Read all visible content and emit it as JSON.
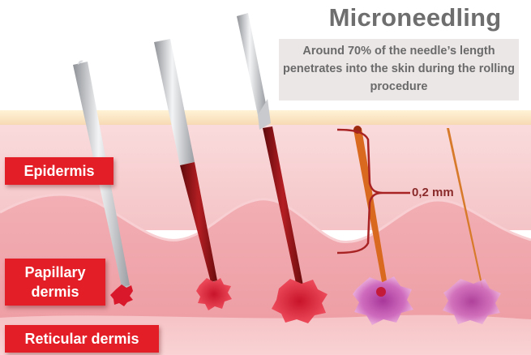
{
  "title": "Microneedling",
  "caption": "Around 70% of the needle’s length penetrates into the skin during the rolling procedure",
  "labels": {
    "epidermis": "Epidermis",
    "papillary": "Papillary dermis",
    "reticular": "Reticular dermis"
  },
  "measurement": "0,2 mm",
  "colors": {
    "label_red": "#e41e26",
    "skin_top": "#fbe9c6",
    "epidermis": "#f7cfd1",
    "dermis": "#f0a7ad",
    "needle_steel": "#c7c9cc",
    "needle_blood": "#8c1416",
    "channel_orange": "#d7641e",
    "bruise_purple": "#b04aa0"
  },
  "icons": [
    "needle-icon",
    "puncture-channel-icon",
    "dermal-bruise-icon",
    "measurement-bracket-icon"
  ]
}
